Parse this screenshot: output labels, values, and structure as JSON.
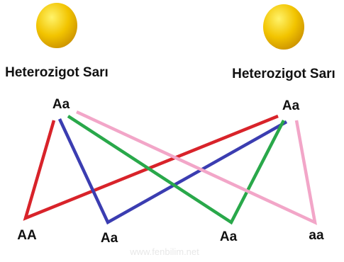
{
  "parents": [
    {
      "label": "Heterozigot Sarı",
      "genotype": "Aa"
    },
    {
      "label": "Heterozigot Sarı",
      "genotype": "Aa"
    }
  ],
  "offspring": [
    "AA",
    "Aa",
    "Aa",
    "aa"
  ],
  "watermark": "www.fenbilim.net",
  "colors": {
    "red": "#d8232a",
    "blue": "#3b3db1",
    "green": "#29a84a",
    "pink": "#f2a6c8",
    "seed_light": "#fff36a",
    "seed_mid": "#f2c400",
    "seed_dark": "#c98f00"
  },
  "cross_lines": [
    {
      "color": "red",
      "from": "parent1",
      "to": "offspring1"
    },
    {
      "color": "red",
      "from": "parent2",
      "to": "offspring1"
    },
    {
      "color": "blue",
      "from": "parent1",
      "to": "offspring2"
    },
    {
      "color": "blue",
      "from": "parent2",
      "to": "offspring2"
    },
    {
      "color": "green",
      "from": "parent1",
      "to": "offspring3"
    },
    {
      "color": "green",
      "from": "parent2",
      "to": "offspring3"
    },
    {
      "color": "pink",
      "from": "parent1",
      "to": "offspring4"
    },
    {
      "color": "pink",
      "from": "parent2",
      "to": "offspring4"
    }
  ]
}
